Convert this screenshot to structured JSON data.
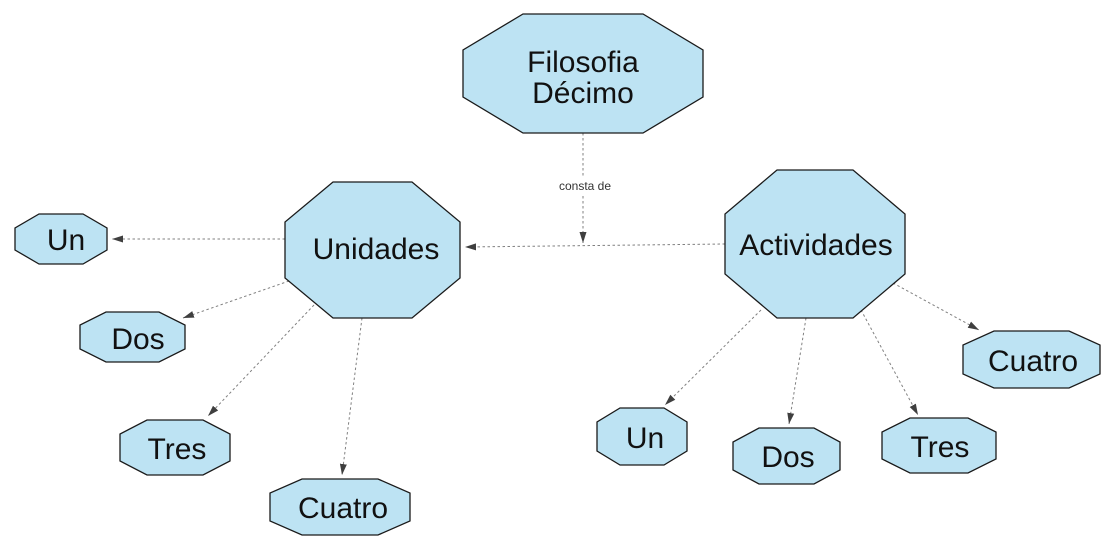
{
  "diagram": {
    "background": "#ffffff",
    "colors": {
      "node_fill": "#bde3f3",
      "node_border": "#1a1a1a",
      "edge_line": "#808080",
      "arrowhead": "#3f3f3f",
      "text": "#111111"
    },
    "root": {
      "line1": "Filosofia",
      "line2": "Décimo"
    },
    "link_label": "consta de",
    "branches": {
      "unidades": {
        "label": "Unidades",
        "children": [
          {
            "label": "Un"
          },
          {
            "label": "Dos"
          },
          {
            "label": "Tres"
          },
          {
            "label": "Cuatro"
          }
        ]
      },
      "actividades": {
        "label": "Actividades",
        "children": [
          {
            "label": "Un"
          },
          {
            "label": "Dos"
          },
          {
            "label": "Tres"
          },
          {
            "label": "Cuatro"
          }
        ]
      }
    }
  }
}
